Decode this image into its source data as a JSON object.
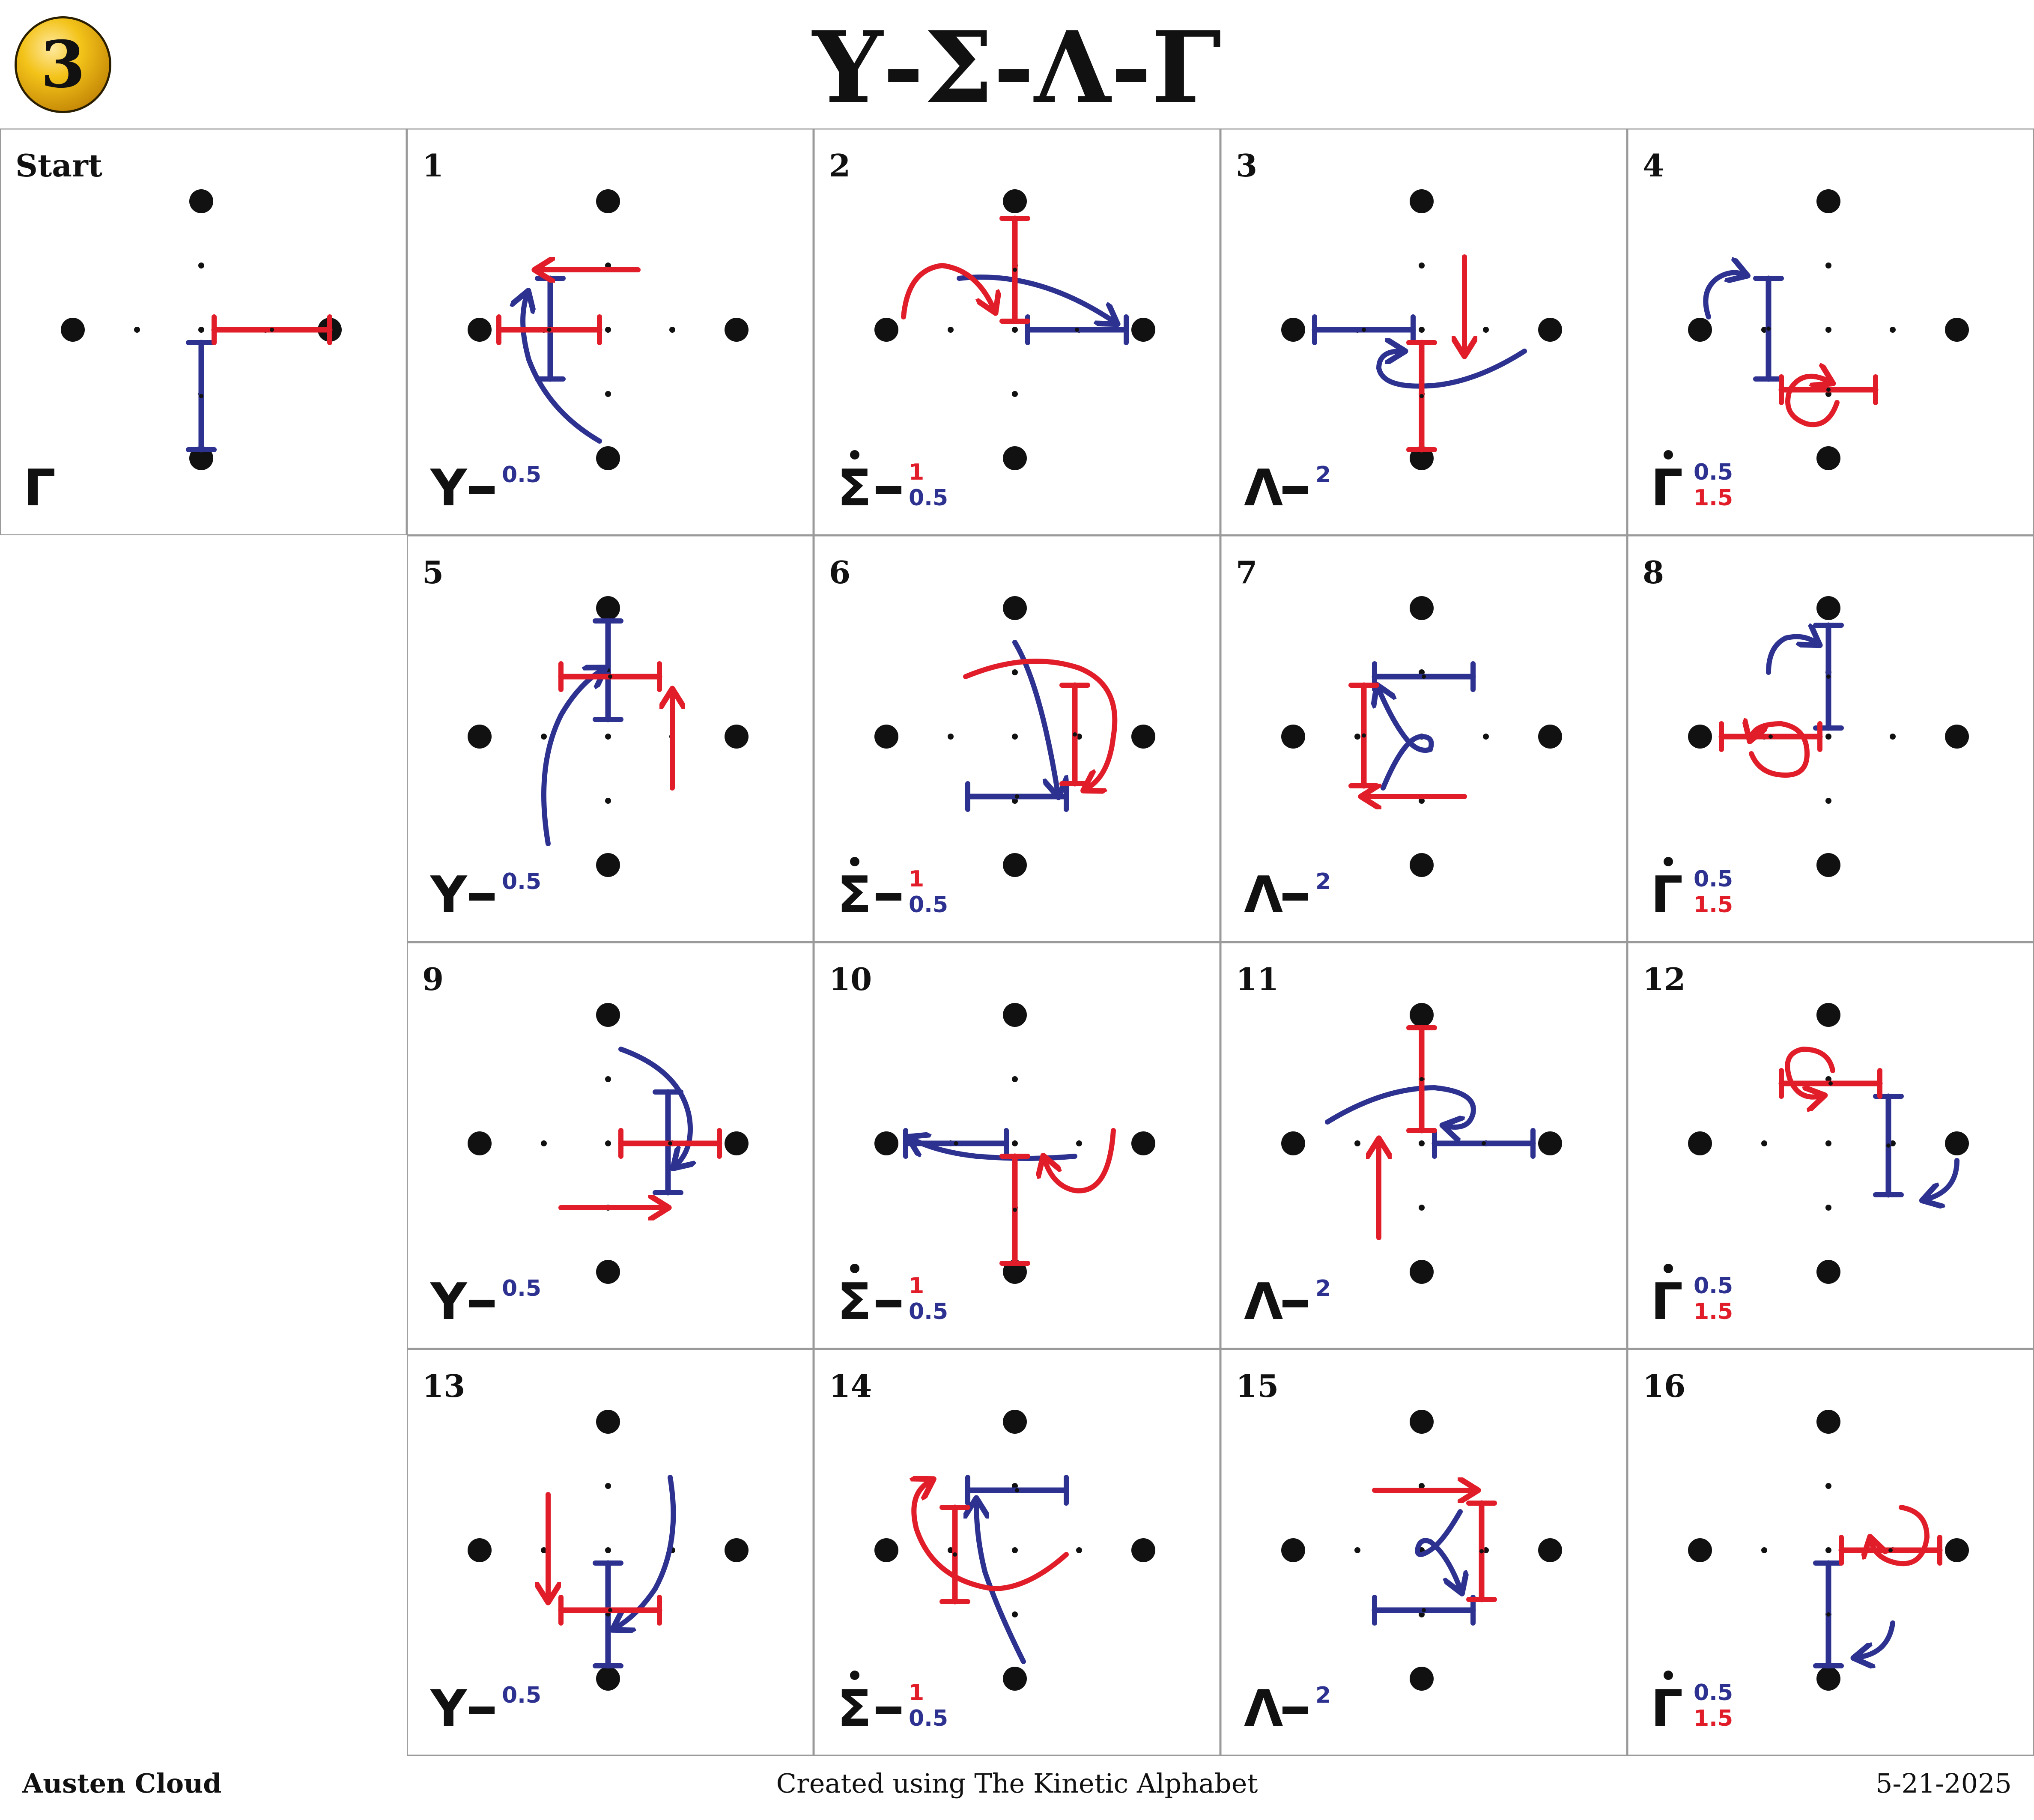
{
  "header": {
    "badge_number": "3",
    "title": "Υ-Σ-Λ-Γ"
  },
  "colors": {
    "red": "#e11d2a",
    "blue": "#2d3190",
    "black": "#111111",
    "grid_line": "#9a9a9a"
  },
  "cells": [
    {
      "label": "Start",
      "notation": {
        "glyph": "Γ",
        "dot": false,
        "dash": false,
        "blue": "",
        "red": ""
      }
    },
    {
      "label": "1",
      "notation": {
        "glyph": "Υ",
        "dot": false,
        "dash": true,
        "blue": "0.5",
        "red": ""
      }
    },
    {
      "label": "2",
      "notation": {
        "glyph": "Σ",
        "dot": true,
        "dash": true,
        "blue": "0.5",
        "red": "1"
      }
    },
    {
      "label": "3",
      "notation": {
        "glyph": "Λ",
        "dot": false,
        "dash": true,
        "blue": "2",
        "red": ""
      }
    },
    {
      "label": "4",
      "notation": {
        "glyph": "Γ",
        "dot": true,
        "dash": false,
        "blue": "0.5",
        "red": "1.5"
      }
    },
    {
      "label": "5",
      "notation": {
        "glyph": "Υ",
        "dot": false,
        "dash": true,
        "blue": "0.5",
        "red": ""
      }
    },
    {
      "label": "6",
      "notation": {
        "glyph": "Σ",
        "dot": true,
        "dash": true,
        "blue": "0.5",
        "red": "1"
      }
    },
    {
      "label": "7",
      "notation": {
        "glyph": "Λ",
        "dot": false,
        "dash": true,
        "blue": "2",
        "red": ""
      }
    },
    {
      "label": "8",
      "notation": {
        "glyph": "Γ",
        "dot": true,
        "dash": false,
        "blue": "0.5",
        "red": "1.5"
      }
    },
    {
      "label": "9",
      "notation": {
        "glyph": "Υ",
        "dot": false,
        "dash": true,
        "blue": "0.5",
        "red": ""
      }
    },
    {
      "label": "10",
      "notation": {
        "glyph": "Σ",
        "dot": true,
        "dash": true,
        "blue": "0.5",
        "red": "1"
      }
    },
    {
      "label": "11",
      "notation": {
        "glyph": "Λ",
        "dot": false,
        "dash": true,
        "blue": "2",
        "red": ""
      }
    },
    {
      "label": "12",
      "notation": {
        "glyph": "Γ",
        "dot": true,
        "dash": false,
        "blue": "0.5",
        "red": "1.5"
      }
    },
    {
      "label": "13",
      "notation": {
        "glyph": "Υ",
        "dot": false,
        "dash": true,
        "blue": "0.5",
        "red": ""
      }
    },
    {
      "label": "14",
      "notation": {
        "glyph": "Σ",
        "dot": true,
        "dash": true,
        "blue": "0.5",
        "red": "1"
      }
    },
    {
      "label": "15",
      "notation": {
        "glyph": "Λ",
        "dot": false,
        "dash": true,
        "blue": "2",
        "red": ""
      }
    },
    {
      "label": "16",
      "notation": {
        "glyph": "Γ",
        "dot": true,
        "dash": false,
        "blue": "0.5",
        "red": "1.5"
      }
    }
  ],
  "footer": {
    "author": "Austen Cloud",
    "credit": "Created using The Kinetic Alphabet",
    "date": "5-21-2025"
  }
}
